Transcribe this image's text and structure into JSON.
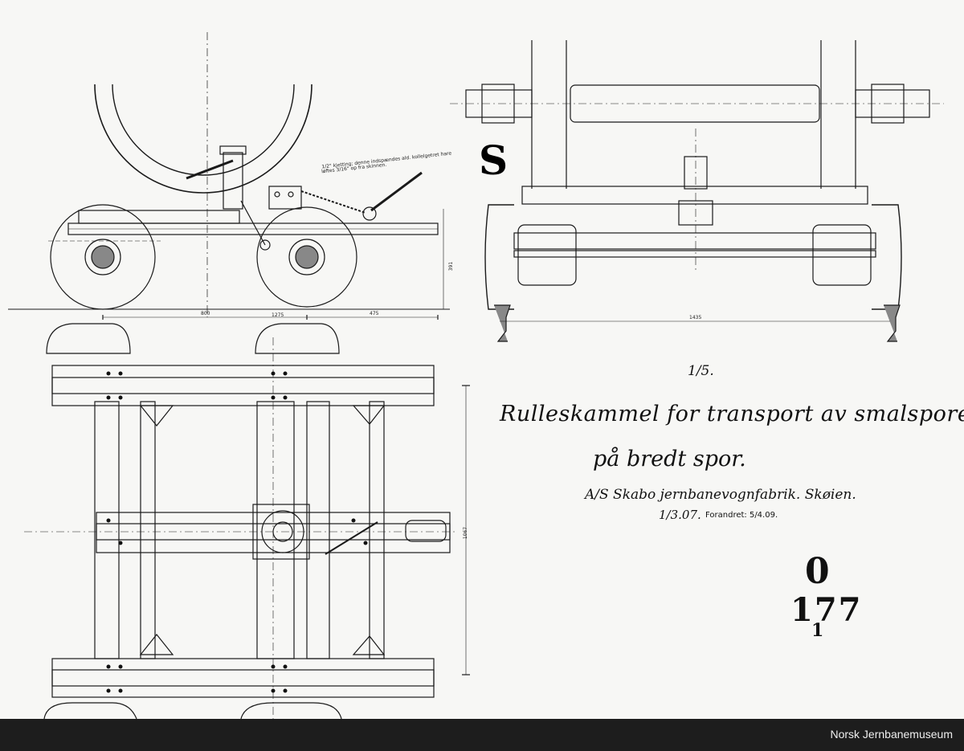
{
  "drawing": {
    "title_line1": "Rulleskammel for transport av smalsporete vogner",
    "title_line2": "på bredt spor.",
    "manufacturer": "A/S Skabo jernbanevognfabrik. Skøien.",
    "date": "1/3.07.",
    "changed": "Forandret: 5/4.09.",
    "scale_label": "1/5.",
    "drawing_number_top": "0",
    "drawing_number_main": "177",
    "drawing_number_sub": "1",
    "monogram": "S",
    "note_line1": "1/2\" kjetting; denne indspændes ald. kollelgetret hare",
    "note_line2": "løftes 3/16\" op fra skinnen.",
    "dimensions": {
      "height_391": "391",
      "len_800": "800",
      "len_1275": "1275",
      "len_475": "475",
      "gauge_1435": "1435",
      "width_1067": "1067"
    }
  },
  "footer": {
    "label": "Norsk Jernbanemuseum"
  }
}
